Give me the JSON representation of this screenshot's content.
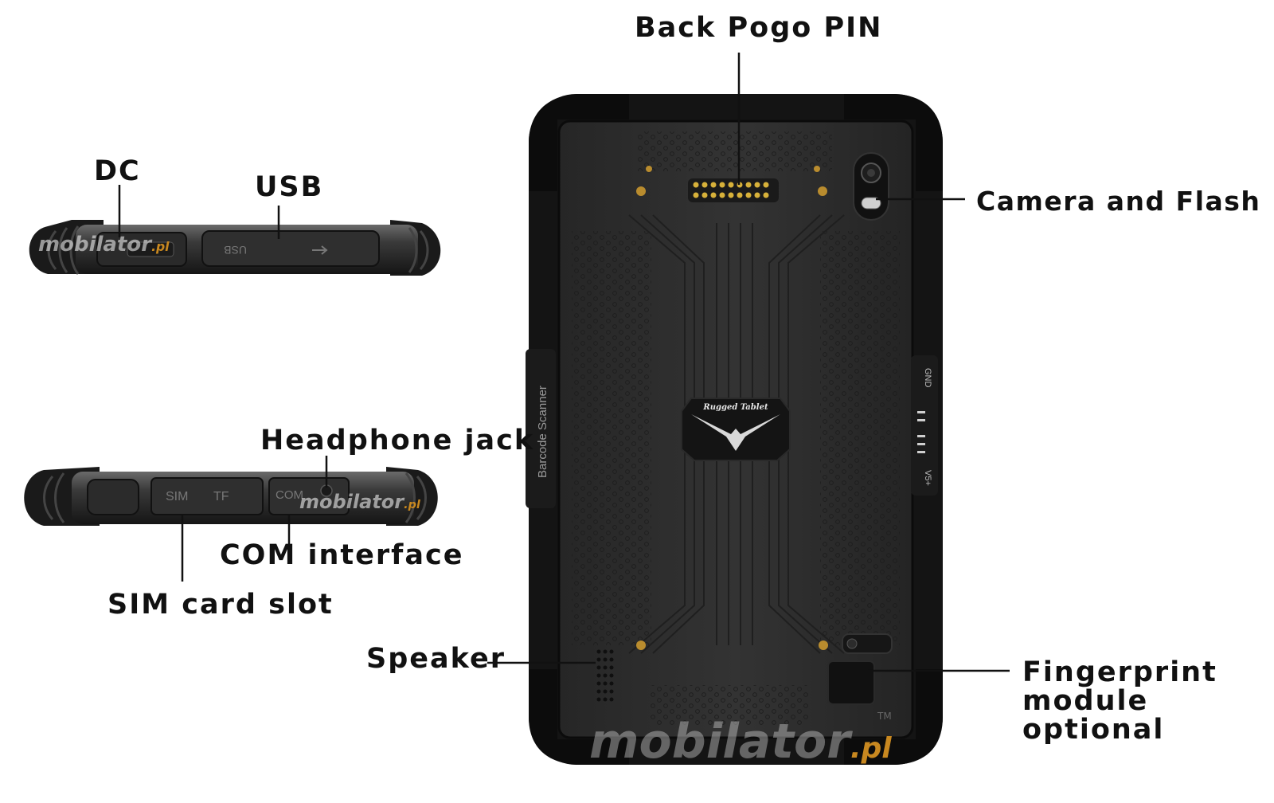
{
  "labels": {
    "dc": "DC",
    "usb": "USB",
    "back_pogo_pin": "Back Pogo PIN",
    "camera_and_flash": "Camera and Flash",
    "headphone_jack": "Headphone jack",
    "com_interface": "COM interface",
    "sim_card_slot": "SIM card slot",
    "speaker": "Speaker",
    "fingerprint": [
      "Fingerprint",
      "module",
      "optional"
    ]
  },
  "device_markings": {
    "top_edge": {
      "slot_text": "USB"
    },
    "bottom_edge": {
      "sim": "SIM",
      "tf": "TF",
      "com": "COM"
    },
    "back": {
      "logo_text": "Rugged Tablet",
      "side_text": "Barcode Scanner",
      "gnd": "GND",
      "v5": "V5+"
    }
  },
  "watermark": {
    "main": "mobilator",
    "suffix": ".pl",
    "tm": "TM"
  },
  "colors": {
    "label_text": "#111111",
    "device_body": "#2b2b2b",
    "device_edge": "#121212",
    "pogo_pins": "#d7b13a",
    "watermark_accent": "#c88820"
  }
}
